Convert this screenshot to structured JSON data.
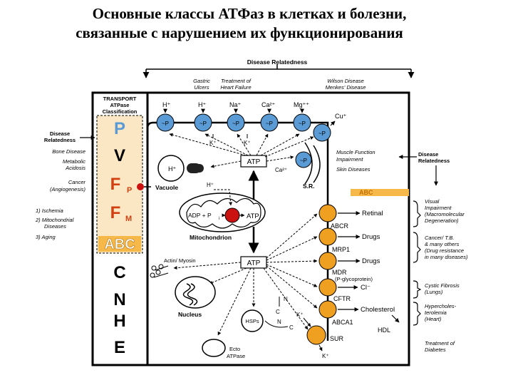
{
  "title_line1": "Основные классы АТФаз в клетках и болезни,",
  "title_line2": "связанные с нарушением их функционирования",
  "colors": {
    "pump_blue": "#5b9bd5",
    "abc_orange": "#f0a020",
    "atp_red": "#cc1111",
    "abc_box": "#f7b84a"
  },
  "top_header": "Disease Relatedness",
  "top_diseases": {
    "gastric_1": "Gastric",
    "gastric_2": "Ulcers",
    "heart_1": "Treatment of",
    "heart_2": "Heart Failure",
    "wilson_1": "Wilson Disease",
    "wilson_2": "Menkes' Disease"
  },
  "classification": {
    "title_1": "TRANSPORT",
    "title_2": "ATPase",
    "title_3": "Classification",
    "letters": [
      "P",
      "V",
      "F",
      "P",
      "F",
      "M",
      "ABC",
      "C",
      "N",
      "H",
      "E"
    ]
  },
  "left_panel": {
    "header_1": "Disease",
    "header_2": "Relatedness",
    "d1": "Bone Disease",
    "d2a": "Metabolic",
    "d2b": "Acidosis",
    "d3a": "Cancer",
    "d3b": "(Angiogenesis)",
    "n1": "1) Ischemia",
    "n2a": "2) Mitochondrial",
    "n2b": "Diseases",
    "n3": "3) Aging"
  },
  "pumps": {
    "label": "~P",
    "ions": [
      "H⁺",
      "H⁺",
      "Na⁺",
      "Ca²⁺",
      "Mg⁺⁺",
      "Cu⁺"
    ],
    "k1": "K⁺",
    "k2": "K⁺"
  },
  "cell": {
    "atp": "ATP",
    "ca": "Ca²⁺",
    "h": "H⁺",
    "vacuole": "Vacuole",
    "sr": "S.R.",
    "adp": "ADP + P",
    "pi_sub": "i",
    "mito": "Mitochondrion",
    "actin": "Actin/ Myosin",
    "nucleus": "Nucleus",
    "hsps": "HSPs",
    "ecto_1": "Ecto",
    "ecto_2": "ATPase",
    "n_letter": "N",
    "c_letter": "C"
  },
  "abc": {
    "header": "ABC",
    "transporters": [
      {
        "name": "ABCR",
        "substrate": "Retinal"
      },
      {
        "name": "MRP1",
        "substrate": "Drugs"
      },
      {
        "name": "MDR",
        "name2": "(P-glycoprotein)",
        "substrate": "Drugs"
      },
      {
        "name": "CFTR",
        "substrate": "Cl⁻"
      },
      {
        "name": "ABCA1",
        "substrate": "Cholesterol"
      }
    ],
    "sur": "SUR",
    "k_out": "K⁺",
    "k_in": "K⁺",
    "hdl": "HDL"
  },
  "right_panel": {
    "muscle_1": "Muscle Function",
    "muscle_2": "Impairment",
    "skin": "Skin Diseases",
    "dr_1": "Disease",
    "dr_2": "Relatedness",
    "visual_1": "Visual",
    "visual_2": "Impairment",
    "visual_3": "(Macromolecular",
    "visual_4": "Degeneration)",
    "cancer_1": "Cancer/ T.B.",
    "cancer_2": "& many others",
    "cancer_3": "(Drug resistance",
    "cancer_4": "in many diseases)",
    "cf_1": "Cystic Fibrosis",
    "cf_2": "(Lungs)",
    "hc_1": "Hypercholes-",
    "hc_2": "terolemia",
    "hc_3": "(Heart)",
    "diab_1": "Treatment of",
    "diab_2": "Diabetes"
  }
}
